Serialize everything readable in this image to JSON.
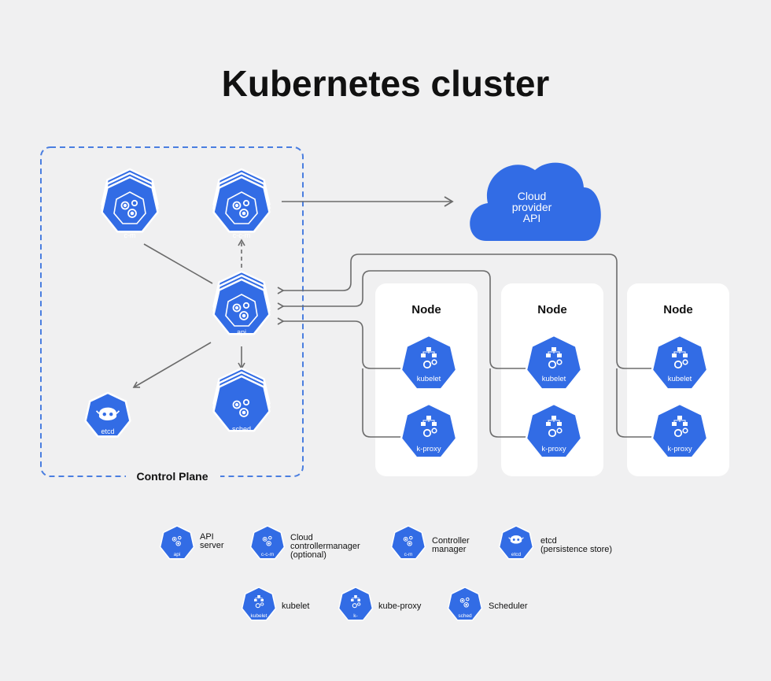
{
  "title": "Kubernetes cluster",
  "colors": {
    "accent": "#326ce5",
    "line": "#6b6b6b",
    "background": "#f0f0f1",
    "node_box": "#ffffff"
  },
  "cloud": {
    "line1": "Cloud",
    "line2": "provider",
    "line3": "API"
  },
  "control_plane": {
    "label": "Control Plane",
    "components": {
      "cm": "c-m",
      "ccm": "c-c-m",
      "api": "api",
      "sched": "sched",
      "etcd": "etcd"
    }
  },
  "nodes": [
    {
      "title": "Node",
      "kubelet": "kubelet",
      "kproxy": "k-proxy"
    },
    {
      "title": "Node",
      "kubelet": "kubelet",
      "kproxy": "k-proxy"
    },
    {
      "title": "Node",
      "kubelet": "kubelet",
      "kproxy": "k-proxy"
    }
  ],
  "legend": [
    {
      "badge": "api",
      "line1": "API",
      "line2": "server",
      "line3": "",
      "icon": "api-server-icon"
    },
    {
      "badge": "c-c-m",
      "line1": "Cloud",
      "line2": "controllermanager",
      "line3": "(optional)",
      "icon": "cloud-controller-manager-icon"
    },
    {
      "badge": "c-m",
      "line1": "Controller",
      "line2": "manager",
      "line3": "",
      "icon": "controller-manager-icon"
    },
    {
      "badge": "etcd",
      "line1": "etcd",
      "line2": "(persistence store)",
      "line3": "",
      "icon": "etcd-icon"
    },
    {
      "badge": "kubelet",
      "line1": "kubelet",
      "line2": "",
      "line3": "",
      "icon": "kubelet-icon"
    },
    {
      "badge": "k-",
      "line1": "kube-proxy",
      "line2": "",
      "line3": "",
      "icon": "kube-proxy-icon"
    },
    {
      "badge": "sched",
      "line1": "Scheduler",
      "line2": "",
      "line3": "",
      "icon": "scheduler-icon"
    }
  ]
}
